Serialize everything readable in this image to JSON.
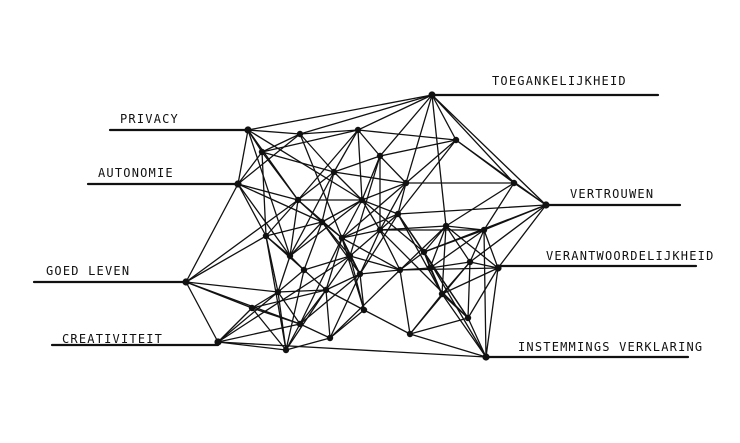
{
  "colors": {
    "ink": "#111111",
    "background": "#ffffff"
  },
  "labels": {
    "privacy": "PRIVACY",
    "autonomie": "AUTONOMIE",
    "goed_leven": "GOED LEVEN",
    "creativiteit": "CREATIVITEIT",
    "toegankelijkheid": "TOEGANKELIJKHEID",
    "vertrouwen": "VERTROUWEN",
    "verantwoordelijkheid": "VERANTWOORDELIJKHEID",
    "instemmings_verklaring": "INSTEMMINGS VERKLARING"
  }
}
